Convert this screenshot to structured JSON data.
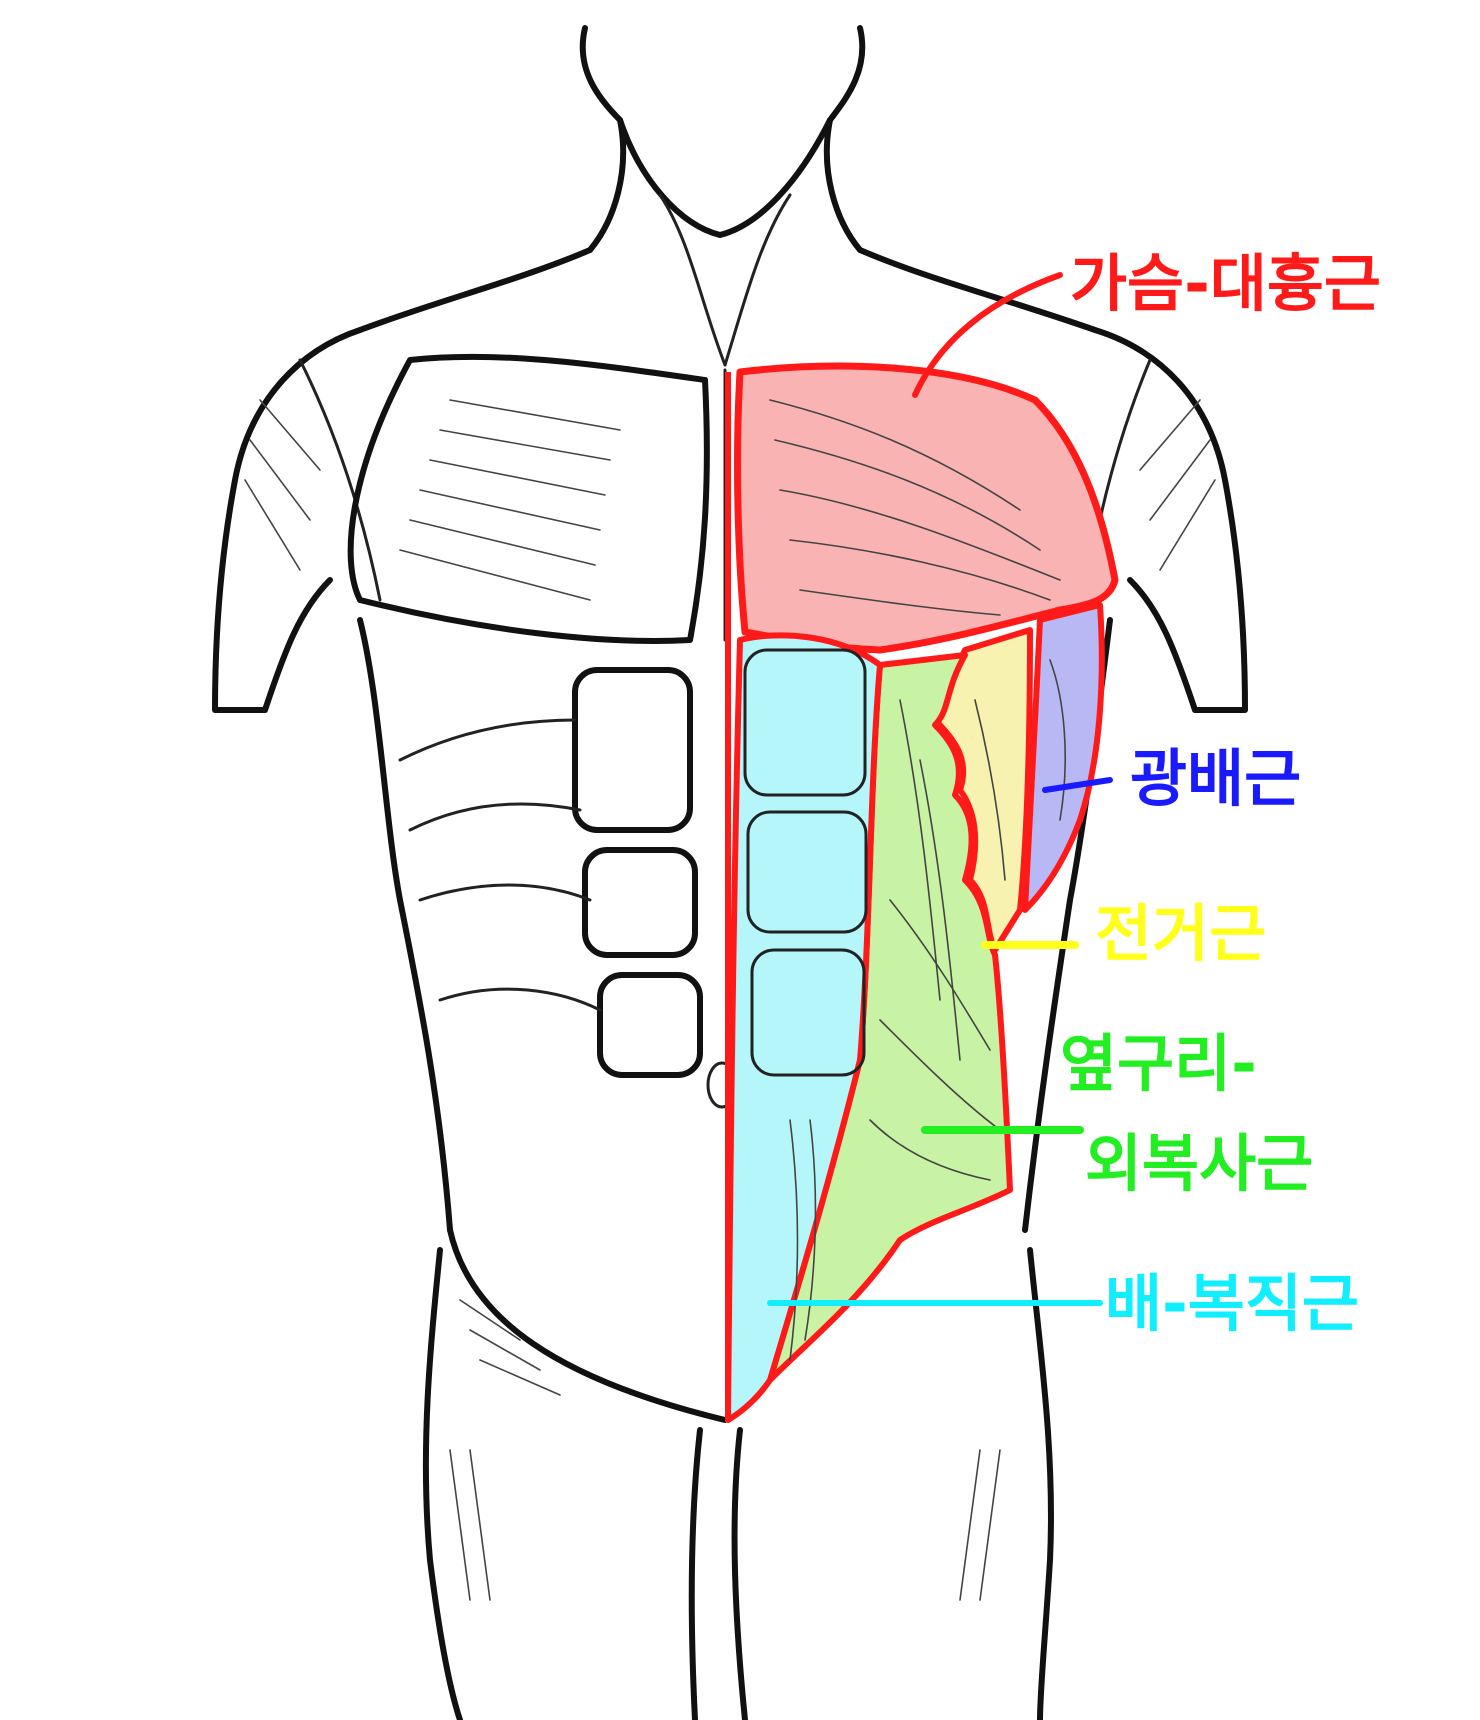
{
  "labels": {
    "pectoralis": {
      "text": "가슴-대흉근",
      "color": "#ff1a1a"
    },
    "latissimus": {
      "text": "광배근",
      "color": "#1a1aff"
    },
    "serratus": {
      "text": "전거근",
      "color": "#ffff1a"
    },
    "oblique_line1": {
      "text": "옆구리-",
      "color": "#22ee22"
    },
    "oblique_line2": {
      "text": "외복사근",
      "color": "#22ee22"
    },
    "rectus": {
      "text": "배-복직근",
      "color": "#11eeff"
    }
  },
  "colors": {
    "pectoralis_fill": "#f9b3b3",
    "latissimus_fill": "#b8b8f4",
    "serratus_fill": "#f8f2b0",
    "oblique_fill": "#c8f2a4",
    "rectus_fill": "#b4f6fa",
    "region_outline": "#ff1a1a",
    "line_art": "#111111"
  }
}
